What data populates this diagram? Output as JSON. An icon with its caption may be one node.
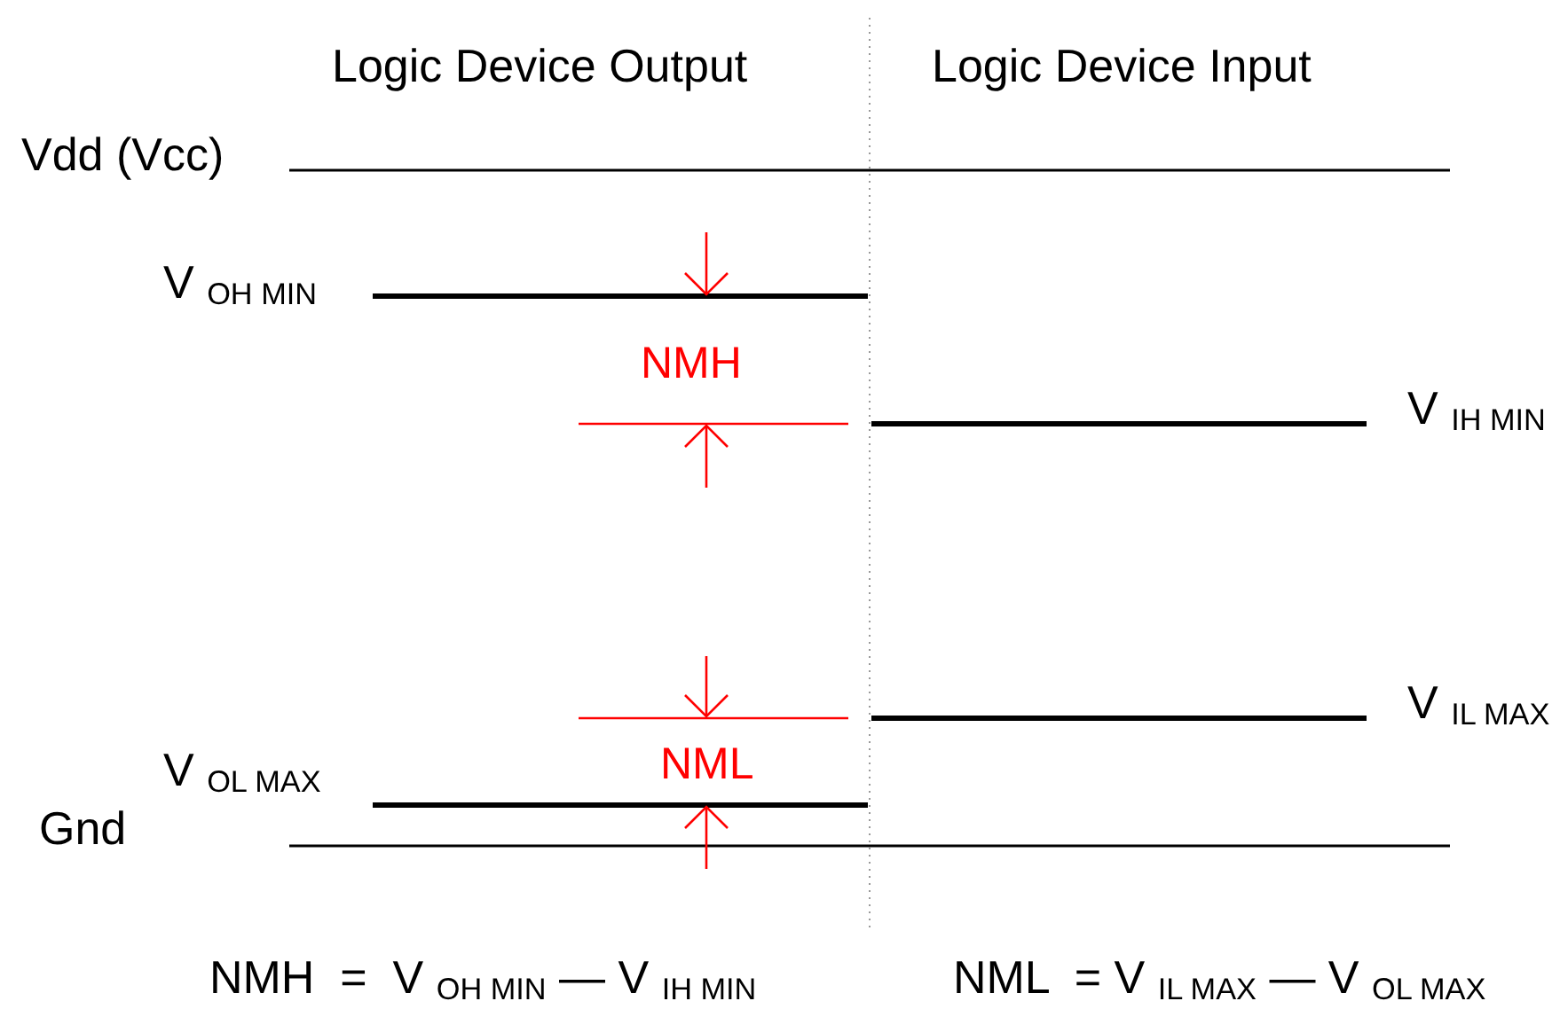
{
  "diagram": {
    "labels": [
      "Logic Device Output",
      "Logic Device Input",
      "Vdd (Vcc)",
      "V $_{OH MIN}$",
      "NMH",
      "V $_{IH MIN}$",
      "V $_{IL MAX}$",
      "V $_{OL MAX}$",
      "NML",
      "Gnd",
      "NMH  =  V $_{OH MIN}$ — V $_{IH MIN}$",
      "NML  = V $_{IL MAX}$ — V $_{OL MAX}$"
    ]
  }
}
